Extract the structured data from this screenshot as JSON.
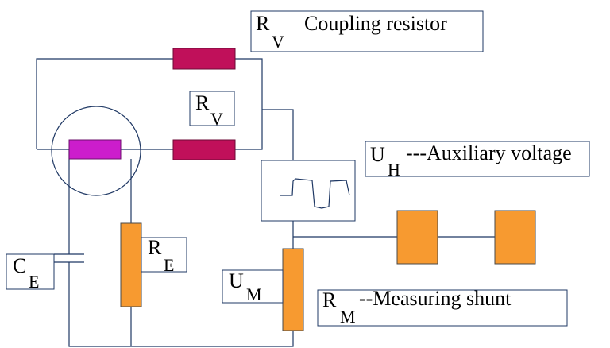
{
  "labels": {
    "rv_top": {
      "main": "R",
      "sub": "V",
      "text": "Coupling resistor"
    },
    "rv_mid": {
      "main": "R",
      "sub": "V"
    },
    "uh": {
      "main": "U",
      "sub": "H",
      "text": "---Auxiliary voltage"
    },
    "re": {
      "main": "R",
      "sub": "E"
    },
    "ce": {
      "main": "C",
      "sub": "E"
    },
    "um": {
      "main": "U",
      "sub": "M"
    },
    "rm": {
      "main": "R",
      "sub": "M",
      "text": "--Measuring shunt"
    }
  },
  "colors": {
    "wire": "#1f3864",
    "coupling_resistor": "#c0105a",
    "magenta_resistor": "#cc1dcc",
    "orange_resistor": "#f79a30",
    "orange_border": "#4a4a4a"
  },
  "icons": {
    "oscilloscope": "square-wave-icon",
    "capacitor": "capacitor-icon",
    "ground_electrode": "circle-icon"
  }
}
